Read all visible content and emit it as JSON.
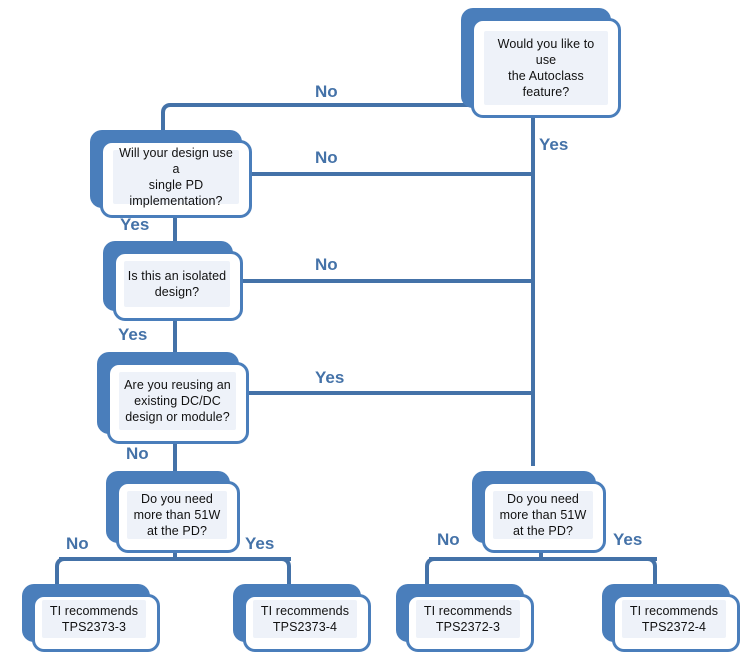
{
  "diagram": {
    "title": "TI PoE PD controller selection flowchart",
    "accent_color": "#4472a8",
    "box_fill": "#eef2f9",
    "box_border": "#4a7ebb",
    "shadow_color": "#4a7ebb"
  },
  "nodes": {
    "autoclass": {
      "text": "Would  you like to use\nthe Autoclass\nfeature?"
    },
    "single_pd": {
      "text": "Will your design use a\nsingle PD\nimplementation?"
    },
    "isolated": {
      "text": "Is this  an isolated\ndesign?"
    },
    "reusing": {
      "text": "Are you  reusing  an\nexisting DC/DC\ndesign or module?"
    },
    "power_left": {
      "text": "Do you  need\nmore than 51W\nat the PD?"
    },
    "power_right": {
      "text": "Do you  need\nmore than 51W\nat the PD?"
    },
    "result_2373_3": {
      "text": "TI recommends\nTPS2373-3"
    },
    "result_2373_4": {
      "text": "TI recommends\nTPS2373-4"
    },
    "result_2372_3": {
      "text": "TI recommends\nTPS2372-3"
    },
    "result_2372_4": {
      "text": "TI recommends\nTPS2372-4"
    }
  },
  "edges": {
    "autoclass_no": "No",
    "autoclass_yes": "Yes",
    "single_pd_no": "No",
    "single_pd_yes": "Yes",
    "isolated_no": "No",
    "isolated_yes": "Yes",
    "reusing_yes": "Yes",
    "reusing_no": "No",
    "power_left_no": "No",
    "power_left_yes": "Yes",
    "power_right_no": "No",
    "power_right_yes": "Yes"
  }
}
